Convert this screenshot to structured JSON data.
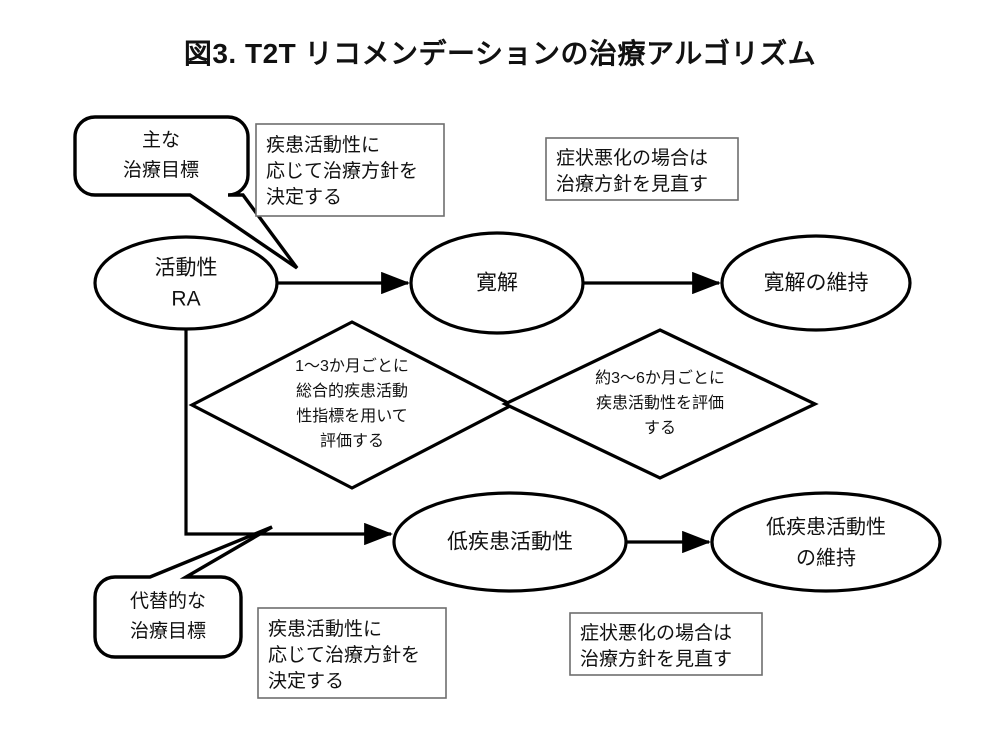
{
  "figure": {
    "title": "図3. T2T リコメンデーションの治療アルゴリズム",
    "background_color": "#ffffff",
    "line_color": "#000000",
    "textbox_border_color": "#6e6e6e"
  },
  "nodes": {
    "active_ra": {
      "line1": "活動性",
      "line2": "RA"
    },
    "remission": {
      "line1": "寛解"
    },
    "remission_maintained": {
      "line1": "寛解の維持"
    },
    "low_disease_activity": {
      "line1": "低疾患活動性"
    },
    "low_disease_activity_maintained": {
      "line1": "低疾患活動性",
      "line2": "の維持"
    }
  },
  "diamonds": {
    "upper": {
      "line1": "1〜3か月ごとに",
      "line2": "総合的疾患活動",
      "line3": "性指標を用いて",
      "line4": "評価する"
    },
    "lower": {
      "line1": "約3〜6か月ごとに",
      "line2": "疾患活動性を評価",
      "line3": "する"
    }
  },
  "callouts": {
    "primary_target": {
      "line1": "主な",
      "line2": "治療目標"
    },
    "alternative_target": {
      "line1": "代替的な",
      "line2": "治療目標"
    }
  },
  "textboxes": {
    "top_decision": {
      "line1": "疾患活動性に",
      "line2": "応じて治療方針を",
      "line3": "決定する"
    },
    "top_worsening": {
      "line1": "症状悪化の場合は",
      "line2": "治療方針を見直す"
    },
    "bottom_decision": {
      "line1": "疾患活動性に",
      "line2": "応じて治療方針を",
      "line3": "決定する"
    },
    "bottom_worsening": {
      "line1": "症状悪化の場合は",
      "line2": "治療方針を見直す"
    }
  }
}
